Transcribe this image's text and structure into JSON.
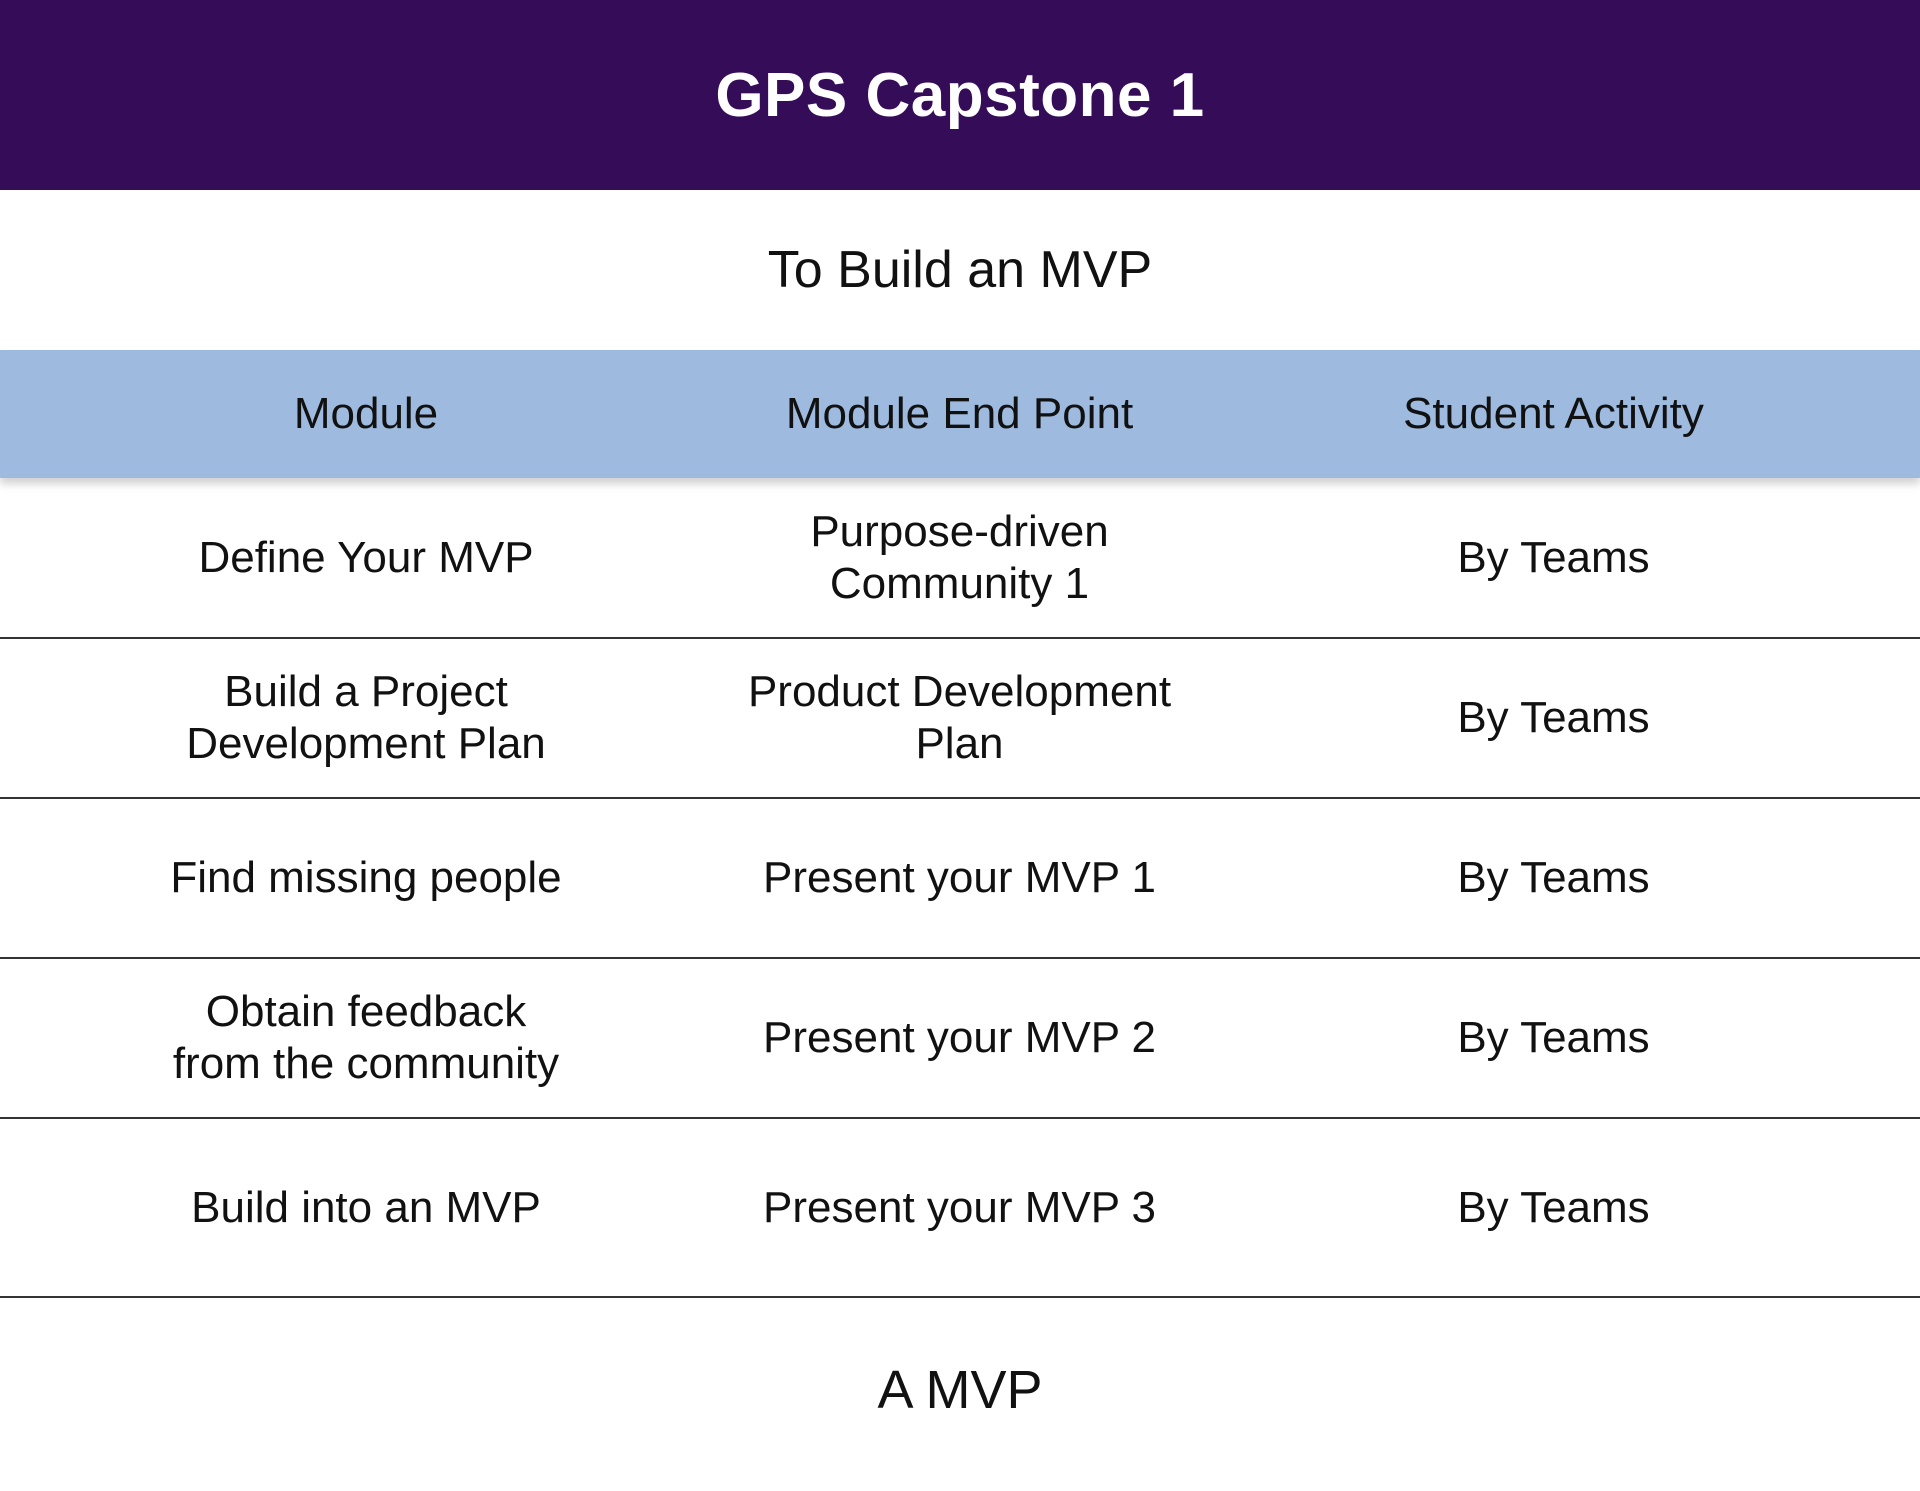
{
  "header": {
    "title": "GPS Capstone 1"
  },
  "subtitle": "To Build an MVP",
  "table": {
    "columns": [
      "Module",
      "Module End Point",
      "Student Activity"
    ],
    "rows": [
      {
        "module": "Define Your MVP",
        "end_point": "Purpose-driven\nCommunity 1",
        "activity": "By Teams"
      },
      {
        "module": "Build a Project\nDevelopment Plan",
        "end_point": "Product Development\nPlan",
        "activity": "By Teams"
      },
      {
        "module": "Find missing people",
        "end_point": "Present your MVP 1",
        "activity": "By Teams"
      },
      {
        "module": "Obtain feedback\nfrom the community",
        "end_point": "Present your MVP 2",
        "activity": "By Teams"
      },
      {
        "module": "Build into an MVP",
        "end_point": "Present your MVP 3",
        "activity": "By Teams"
      }
    ]
  },
  "footer": "A MVP",
  "colors": {
    "header_bg": "#350c57",
    "table_header_bg": "#9ebbdf"
  }
}
